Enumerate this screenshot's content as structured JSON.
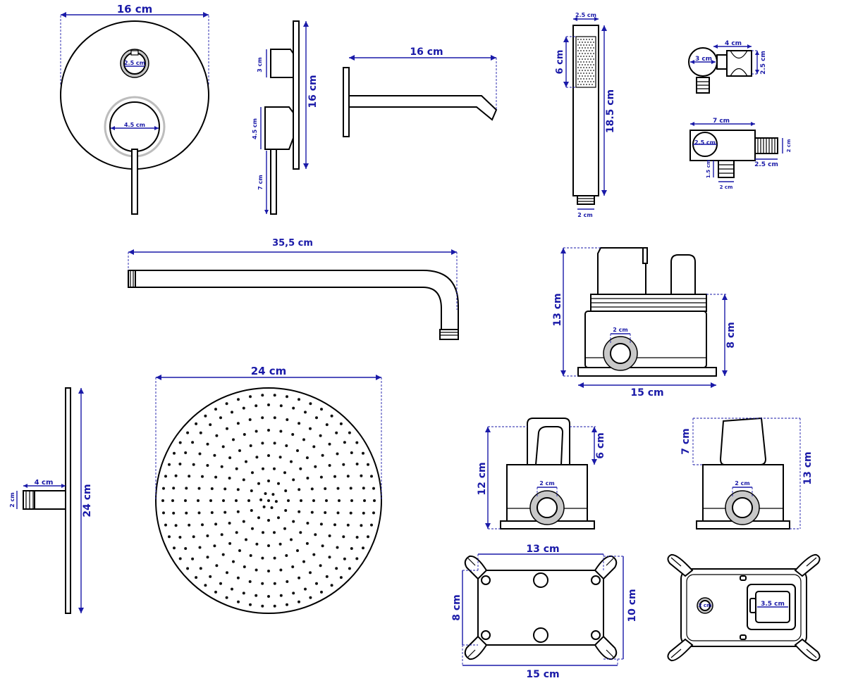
{
  "colors": {
    "dimension": "#1a1aa8",
    "line": "#000000",
    "ring": "#c8c8c8"
  },
  "mixer_plate": {
    "width": "16 cm",
    "small_knob": "2.5 cm",
    "lever_ring": "4.5 cm"
  },
  "mixer_side": {
    "height": "16 cm",
    "knob_depth": "3 cm",
    "lever_depth": "4.5 cm",
    "lever_length": "7 cm"
  },
  "spout": {
    "length": "16 cm"
  },
  "hand_shower": {
    "width": "2.5 cm",
    "head_length": "6 cm",
    "total_length": "18.5 cm",
    "thread": "2 cm"
  },
  "holder": {
    "width": "4 cm",
    "diameter": "3 cm",
    "height": "2.5 cm"
  },
  "wall_outlet": {
    "width": "7 cm",
    "diameter": "2.5 cm",
    "side_thread_length": "2.5 cm",
    "side_thread_height": "2 cm",
    "bottom_thread_height": "1.5 cm",
    "bottom_thread_width": "2 cm"
  },
  "shower_arm": {
    "length": "35,5 cm"
  },
  "box_large": {
    "height": "13 cm",
    "body_height": "8 cm",
    "width": "15 cm",
    "port": "2 cm"
  },
  "ceiling_side": {
    "flange_depth": "4 cm",
    "thread": "2 cm",
    "diameter": "24 cm"
  },
  "rain_head": {
    "diameter": "24 cm"
  },
  "box_mid": {
    "height": "12 cm",
    "top": "6 cm",
    "port": "2 cm"
  },
  "box_right": {
    "top": "7 cm",
    "height": "13 cm",
    "port": "2 cm"
  },
  "mount_frame": {
    "inner_width": "13 cm",
    "outer_width": "15 cm",
    "inner_height": "8 cm",
    "outer_height": "10 cm"
  },
  "cover_plate": {
    "port": "2 cm",
    "square": "3.5 cm"
  }
}
